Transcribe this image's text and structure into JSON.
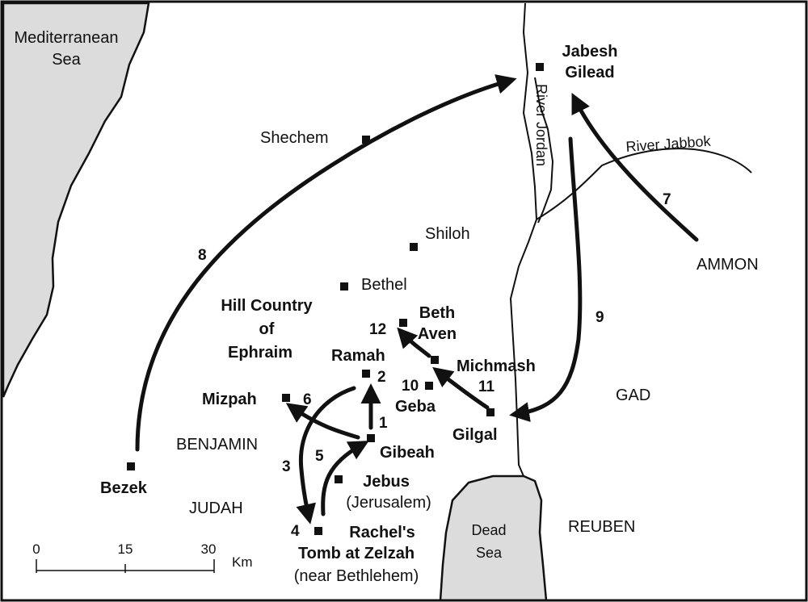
{
  "labels": {
    "mediterranean_1": "Mediterranean",
    "mediterranean_2": "Sea",
    "shechem": "Shechem",
    "shiloh": "Shiloh",
    "bethel": "Bethel",
    "jabesh_1": "Jabesh",
    "jabesh_2": "Gilead",
    "river_jordan": "River Jordan",
    "river_jabbok": "River Jabbok",
    "ammon": "AMMON",
    "hill_1": "Hill Country",
    "hill_2": "of",
    "hill_3": "Ephraim",
    "beth_aven_1": "Beth",
    "beth_aven_2": "Aven",
    "ramah": "Ramah",
    "michmash": "Michmash",
    "geba": "Geba",
    "gilgal": "Gilgal",
    "gad": "GAD",
    "mizpah": "Mizpah",
    "gibeah": "Gibeah",
    "benjamin": "BENJAMIN",
    "judah": "JUDAH",
    "bezek": "Bezek",
    "jebus": "Jebus",
    "jerusalem": "(Jerusalem)",
    "rachel_1": "Rachel's",
    "rachel_2": "Tomb at Zelzah",
    "rachel_3": "(near Bethlehem)",
    "dead_1": "Dead",
    "dead_2": "Sea",
    "reuben": "REUBEN"
  },
  "route_numbers": {
    "r1": "1",
    "r2": "2",
    "r3": "3",
    "r4": "4",
    "r5": "5",
    "r6": "6",
    "r7": "7",
    "r8": "8",
    "r9": "9",
    "r10": "10",
    "r11": "11",
    "r12": "12"
  },
  "scale_bar": {
    "tick_0": "0",
    "tick_15": "15",
    "tick_30": "30",
    "unit": "Km"
  },
  "colors": {
    "water": "#dcdcdc",
    "ink": "#111111",
    "background": "#ffffff"
  }
}
